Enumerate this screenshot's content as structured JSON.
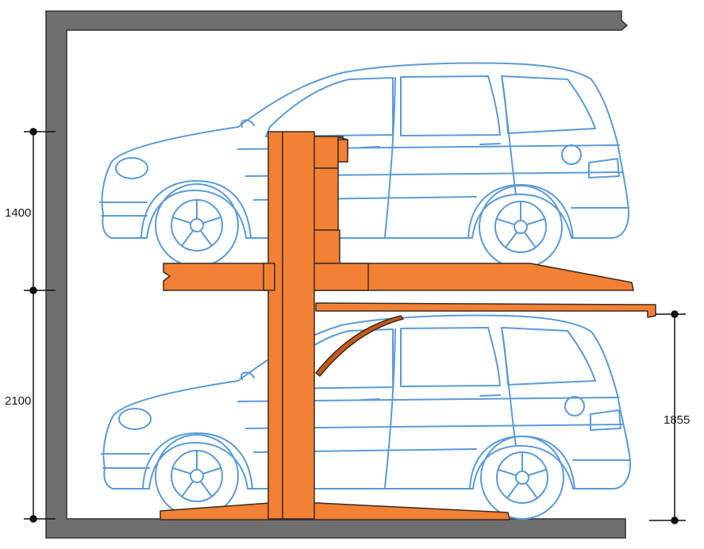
{
  "dimensions": {
    "upper_clearance": "1400",
    "lower_clearance": "2100",
    "platform_height": "1855"
  },
  "colors": {
    "wall": "#6f6f70",
    "wall_outline": "#333333",
    "lift": "#f28136",
    "lift_dark": "#c45a17",
    "car_line": "#5b9bd5",
    "dimension_line": "#111111"
  }
}
